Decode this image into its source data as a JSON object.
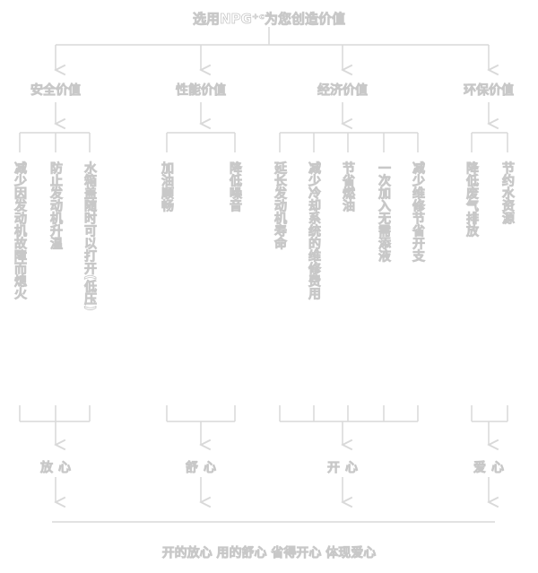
{
  "title": "选用NPG⁺ᶜ为您创造价值",
  "categories": [
    {
      "label": "安全价值",
      "items": [
        "减少因发动机故障而熄火",
        "防止发动机升温",
        "水箱盖随时可以打开(低压)"
      ],
      "result": "放心"
    },
    {
      "label": "性能价值",
      "items": [
        "加油顺畅",
        "降低噪音"
      ],
      "result": "舒心"
    },
    {
      "label": "经济价值",
      "items": [
        "延长发动机寿命",
        "减少冷却系统的维修费用",
        "节省燃油",
        "一次加入无需添液",
        "减少维修节省开支"
      ],
      "result": "开心"
    },
    {
      "label": "环保价值",
      "items": [
        "降低废气排放",
        "节约水资源"
      ],
      "result": "爱心"
    }
  ],
  "bottom": "开的放心 用的舒心 省得开心 体现爱心",
  "colors": {
    "line": "#d9d9d9",
    "text_stroke": "#c8c8c8"
  }
}
